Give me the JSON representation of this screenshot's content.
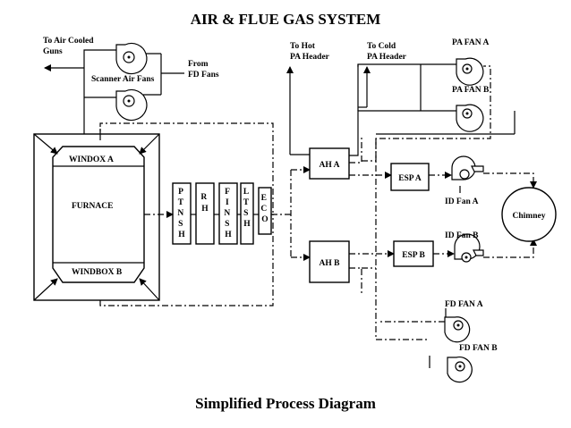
{
  "title": "AIR & FLUE GAS SYSTEM",
  "subtitle": "Simplified Process Diagram",
  "labels": {
    "to_air_cooled_guns": [
      "To Air Cooled",
      "Guns"
    ],
    "scanner_air_fans": "Scanner Air Fans",
    "from_fd_fans": [
      "From",
      "FD Fans"
    ],
    "to_hot_pa_header": [
      "To Hot",
      "PA Header"
    ],
    "to_cold_pa_header": [
      "To Cold",
      "PA Header"
    ],
    "pa_fan_a": "PA FAN A",
    "pa_fan_b": "PA FAN B",
    "windbox_a": "WINDOX A",
    "windbox_b": "WINDBOX B",
    "furnace": "FURNACE",
    "ptnsh": [
      "P",
      "T",
      "N",
      "S",
      "H"
    ],
    "rh": [
      "R",
      "H"
    ],
    "finsh": [
      "F",
      "I",
      "N",
      "S",
      "H"
    ],
    "ltsh": [
      "L",
      "T",
      "S",
      "H"
    ],
    "eco": [
      "E",
      "C",
      "O"
    ],
    "ah_a": "AH A",
    "ah_b": "AH B",
    "esp_a": "ESP A",
    "esp_b": "ESP B",
    "id_fan_a": "ID Fan A",
    "id_fan_b": "ID Fan B",
    "chimney": "Chimney",
    "fd_fan_a": "FD FAN A",
    "fd_fan_b": "FD FAN B"
  }
}
